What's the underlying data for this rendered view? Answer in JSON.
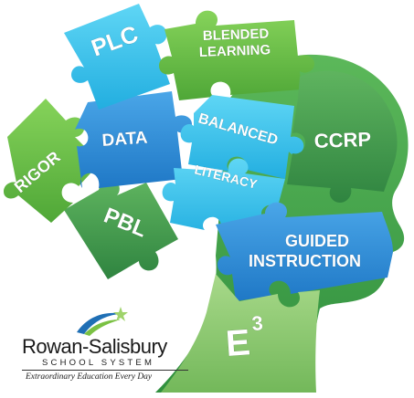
{
  "pieces": {
    "plc": "PLC",
    "blended_1": "BLENDED",
    "blended_2": "LEARNING",
    "data": "DATA",
    "balanced": "BALANCED",
    "ccrp": "CCRP",
    "rigor": "RIGOR",
    "literacy": "LITERACY",
    "pbl": "PBL",
    "guided_1": "GUIDED",
    "guided_2": "INSTRUCTION",
    "e3_base": "E",
    "e3_exp": "3"
  },
  "logo": {
    "name": "Rowan-Salisbury",
    "system": "SCHOOL SYSTEM",
    "tagline": "Extraordinary Education Every Day"
  },
  "colors": {
    "cyan": "#35c6ee",
    "blue": "#2f8fd8",
    "lime": "#6cc24a",
    "green": "#3f9e4b",
    "light_green": "#8cc96b",
    "head_green": "#4aa64a"
  }
}
